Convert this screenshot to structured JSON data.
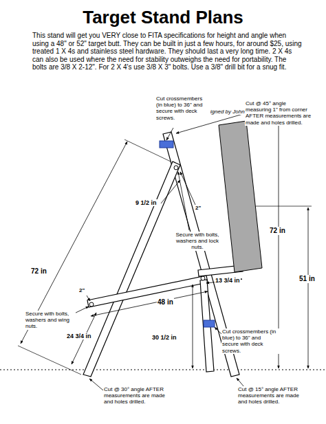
{
  "diagram": {
    "title": "Target Stand Plans",
    "labels": [
      "This stand will get you VERY close to FITA specifications for height and angle when using a 48\" or 52\" target butt. They can be built in just a few hours, for around $25, using treated 1 X 4s and stainless steel hardware. They should last a very long time. 2 X 4s can also be used where the need for stability outweighs the need for portability. The bolts are 3/8 X 2-12\". For 2 X 4's use 3/8 X 3\" bolts. Use a 3/8\" drill bit for a snug fit.",
      "Designed by John W. Scott - Beaumont, TX",
      "Cut crossmembers (in blue) to 36\" and secure with deck screws.",
      "9 1/2 in",
      "2\"",
      "Cut @ 45° angle measuring 1\" from corner AFTER measurements are made and holes drilled.",
      "72 in",
      "72 in",
      "51 in",
      "Secure with bolts, washers and lock nuts.",
      "2\"",
      "Secure with bolts, washers and wing nuts.",
      "13 3/4 in",
      "48 in",
      "24 3/4 in",
      "30 1/2 in",
      "Cut crossmembers (in blue) to 36\" and secure with deck screws.",
      "Cut @ 30° angle AFTER measurements are made and holes drilled.",
      "Cut @ 15° angle AFTER measurements are made and holes drilled."
    ]
  }
}
